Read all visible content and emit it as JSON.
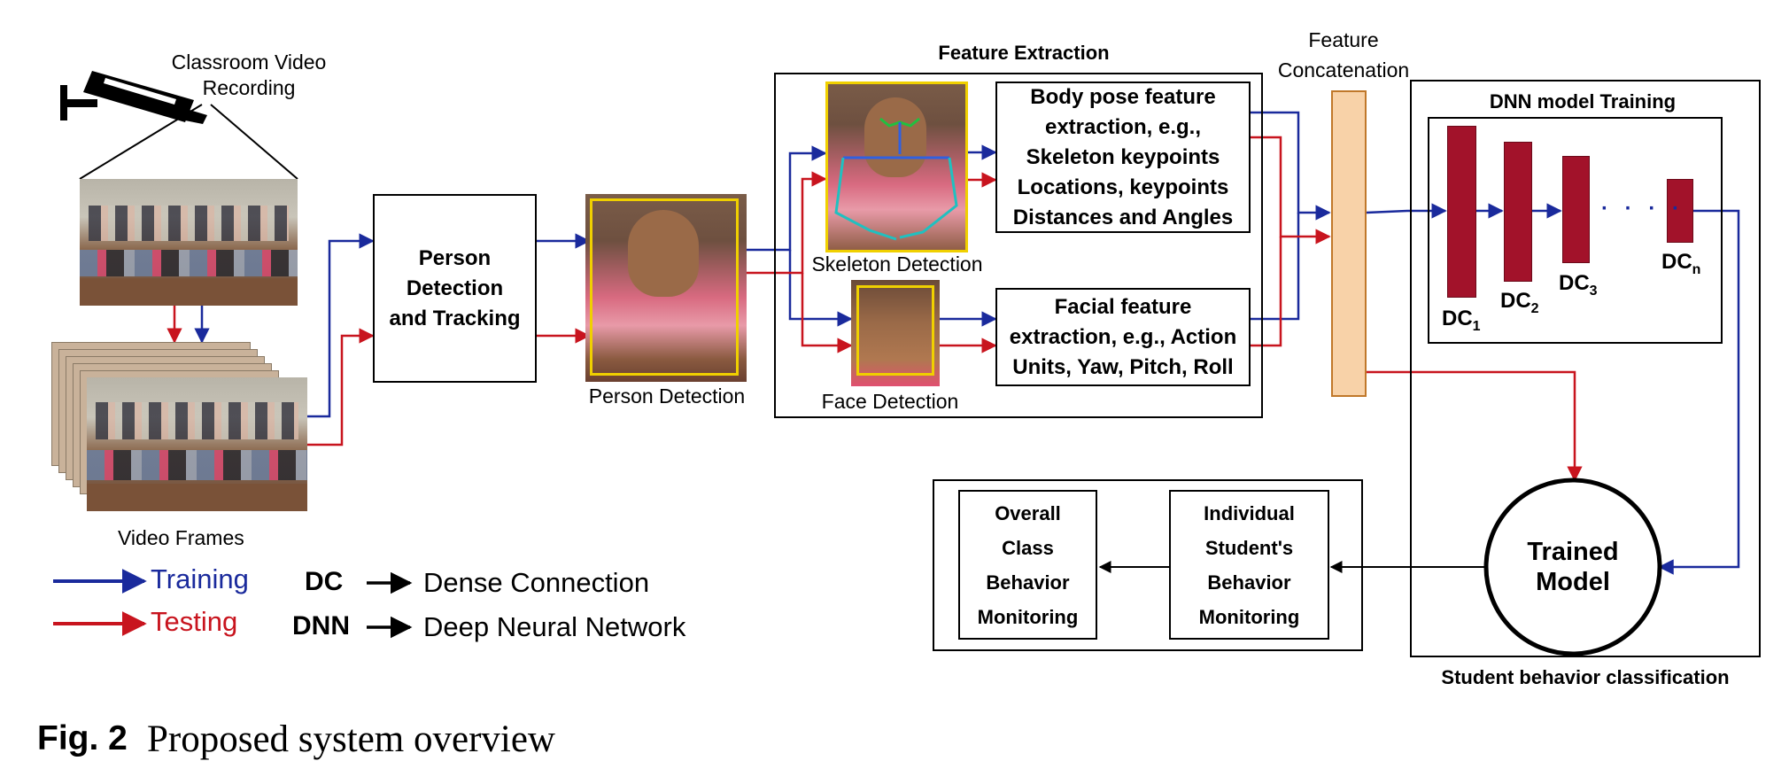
{
  "colors": {
    "training": "#1a2a9c",
    "testing": "#c8141e",
    "dc_bar": "#a2122a",
    "concat": "#f8d2a8",
    "concat_border": "#c0782a",
    "bbox": "#f0d000"
  },
  "diagram": {
    "camera_label": "Classroom Video\nRecording",
    "video_frames_label": "Video Frames",
    "person_tracking_box": "Person\nDetection\nand Tracking",
    "person_detection_label": "Person Detection",
    "feature_extraction_title": "Feature Extraction",
    "skeleton_detection_label": "Skeleton Detection",
    "face_detection_label": "Face Detection",
    "body_pose_box": "Body pose feature\nextraction, e.g.,\nSkeleton keypoints\nLocations, keypoints\nDistances and Angles",
    "facial_feature_box": "Facial feature\nextraction, e.g., Action\nUnits, Yaw, Pitch, Roll",
    "feature_concat_label": "Feature\nConcatenation",
    "dnn_training_title": "DNN model Training",
    "dc_labels": [
      {
        "base": "DC",
        "sub": "1"
      },
      {
        "base": "DC",
        "sub": "2"
      },
      {
        "base": "DC",
        "sub": "3"
      },
      {
        "base": "DC",
        "sub": "n"
      }
    ],
    "dots": "· · · ·",
    "trained_model": "Trained\nModel",
    "student_behavior_title": "Student behavior classification",
    "individual_box": "Individual\nStudent's\nBehavior\nMonitoring",
    "overall_box": "Overall\nClass\nBehavior\nMonitoring"
  },
  "legend": {
    "training": "Training",
    "testing": "Testing",
    "dc_abbr": "DC",
    "dc_full": "Dense Connection",
    "dnn_abbr": "DNN",
    "dnn_full": "Deep Neural Network"
  },
  "caption": {
    "fig": "Fig. 2",
    "text": "Proposed system overview"
  }
}
